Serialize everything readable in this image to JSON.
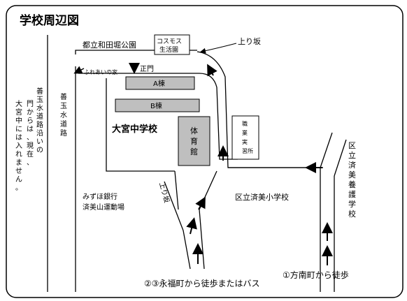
{
  "title": "学校周辺図",
  "places": {
    "park": "都立和田堀公園",
    "cosmos": "コスモス生活園",
    "fureai": "ふれあいの家",
    "main_gate": "正門",
    "bldg_a": "A棟",
    "bldg_b": "B棟",
    "school": "大宮中学校",
    "gym": "体育館",
    "vocational": "職業実習所",
    "mizuho": "みずほ銀行",
    "sport_ground": "済美山運動場",
    "saibi_elem": "区立済美小学校",
    "saibi_yogo": "区立済美養護学校"
  },
  "roads": {
    "water_road": "善玉水道路",
    "uphill_top": "上り坂",
    "uphill_mid": "上り坂"
  },
  "notes": {
    "gate_note": "善玉水道路沿いの門からは、現在、大宮中には入れません。"
  },
  "access": {
    "route_23": "②③永福町から徒歩またはバス",
    "route_1": "①方南町から徒歩"
  }
}
